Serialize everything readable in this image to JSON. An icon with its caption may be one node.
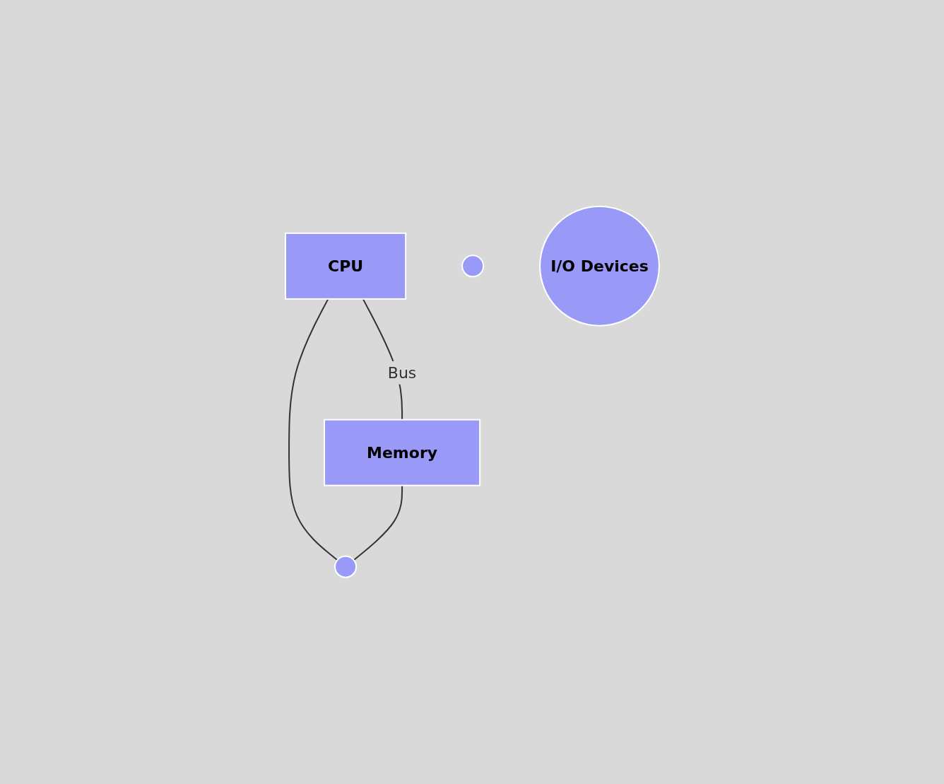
{
  "diagram": {
    "nodes": [
      {
        "text": [
          "CPU"
        ]
      },
      {
        "text": [
          "Memory"
        ]
      },
      {
        "text": [],
        "shape": "circle"
      },
      {
        "text": [],
        "shape": "circle"
      },
      {
        "text": [
          "I/O Devices"
        ]
      }
    ],
    "edges": [
      {
        "from": 0,
        "to": 1,
        "arrow": "none",
        "label": "Bus"
      },
      {
        "from": 0,
        "to": 3,
        "arrow": "none"
      },
      {
        "from": 1,
        "to": 3,
        "arrow": "none"
      }
    ]
  }
}
